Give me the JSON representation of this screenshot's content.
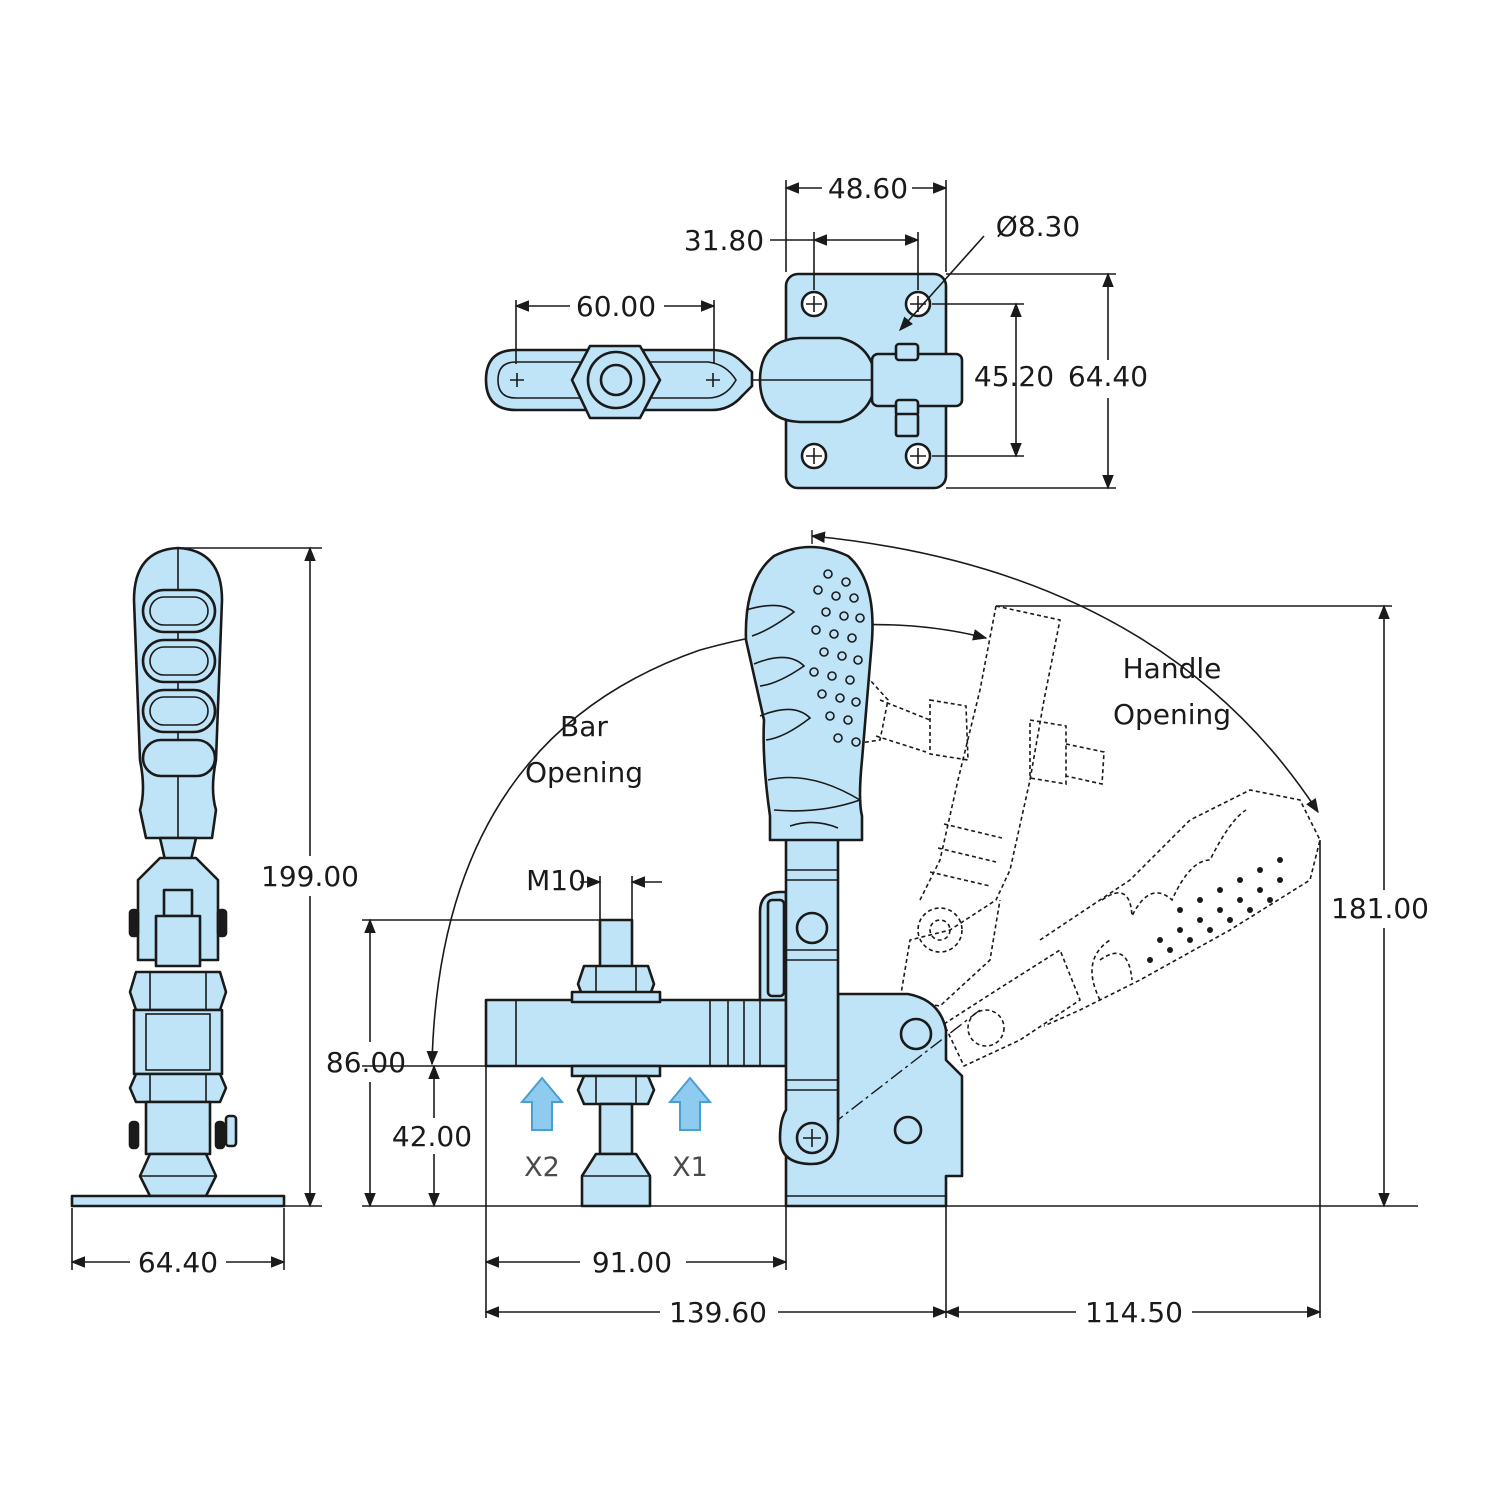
{
  "colors": {
    "part_fill": "#bfe4f7",
    "outline": "#1a1a1a",
    "arrow_fill": "#8fcbee",
    "arrow_stroke": "#4a9fd0",
    "background": "#ffffff"
  },
  "dimensions": {
    "top_width_outer": "48.60",
    "top_width_inner": "31.80",
    "hole_diameter": "Ø8.30",
    "bar_holes": "60.00",
    "top_height_inner": "45.20",
    "top_height_outer": "64.40",
    "side_height": "199.00",
    "side_base_width": "64.40",
    "bar_height": "86.00",
    "bar_bottom": "42.00",
    "bolt_offset": "91.00",
    "total_length": "139.60",
    "handle_reach": "114.50",
    "handle_height": "181.00",
    "thread": "M10"
  },
  "labels": {
    "bar_opening_1": "Bar",
    "bar_opening_2": "Opening",
    "handle_opening_1": "Handle",
    "handle_opening_2": "Opening",
    "arrow_x2": "X2",
    "arrow_x1": "X1"
  },
  "icons": [
    "plus-hole-icon",
    "force-arrow-icon"
  ]
}
